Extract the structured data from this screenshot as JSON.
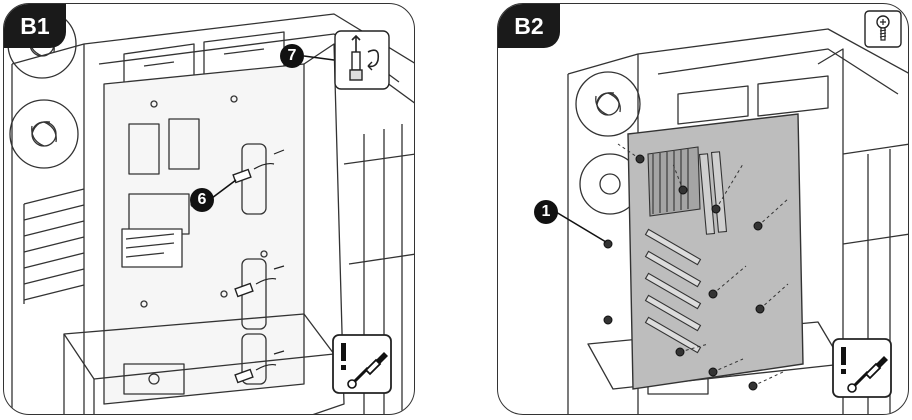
{
  "panels": [
    {
      "label": "B1",
      "callouts": [
        "7",
        "6"
      ],
      "icons": [
        "screwdriver-warning-icon",
        "screw-insertion-detail-icon"
      ]
    },
    {
      "label": "B2",
      "callouts": [
        "1"
      ],
      "icons": [
        "screwdriver-warning-icon",
        "screw-icon"
      ]
    }
  ],
  "colors": {
    "line": "#333333",
    "board": "#bdbdbd",
    "callout_fill": "#111111",
    "label_fill": "#1a1a1a"
  }
}
